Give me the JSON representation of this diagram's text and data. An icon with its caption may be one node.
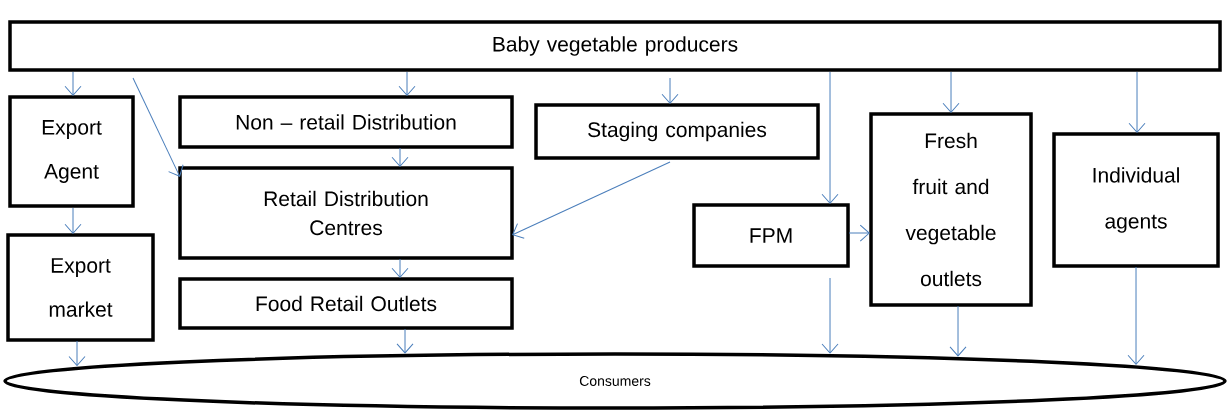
{
  "diagram": {
    "nodes": [
      {
        "text": [
          "Baby vegetable producers"
        ]
      },
      {
        "text": [
          "Export Agent"
        ]
      },
      {
        "text": [
          "Non – retail Distribution"
        ]
      },
      {
        "text": [
          "Staging companies"
        ]
      },
      {
        "text": [
          "Fresh fruit and vegetable outlets"
        ]
      },
      {
        "text": [
          "Individual agents"
        ]
      },
      {
        "text": [
          "Retail Distribution Centres"
        ]
      },
      {
        "text": [
          "FPM"
        ]
      },
      {
        "text": [
          "Export market"
        ]
      },
      {
        "text": [
          "Food Retail Outlets"
        ]
      },
      {
        "text": [
          "Consumers"
        ]
      }
    ],
    "edges": [
      {
        "from": 0,
        "to": 1,
        "arrow": "to"
      },
      {
        "from": 0,
        "to": 6,
        "arrow": "to"
      },
      {
        "from": 0,
        "to": 2,
        "arrow": "to"
      },
      {
        "from": 0,
        "to": 3,
        "arrow": "to"
      },
      {
        "from": 0,
        "to": 7,
        "arrow": "to"
      },
      {
        "from": 0,
        "to": 4,
        "arrow": "to"
      },
      {
        "from": 0,
        "to": 5,
        "arrow": "to"
      },
      {
        "from": 1,
        "to": 8,
        "arrow": "to"
      },
      {
        "from": 2,
        "to": 6,
        "arrow": "to"
      },
      {
        "from": 3,
        "to": 6,
        "arrow": "to"
      },
      {
        "from": 7,
        "to": 4,
        "arrow": "to"
      },
      {
        "from": 6,
        "to": 9,
        "arrow": "to"
      },
      {
        "from": 8,
        "to": 10,
        "arrow": "to"
      },
      {
        "from": 9,
        "to": 10,
        "arrow": "to"
      },
      {
        "from": 7,
        "to": 10,
        "arrow": "to"
      },
      {
        "from": 4,
        "to": 10,
        "arrow": "to"
      },
      {
        "from": 5,
        "to": 10,
        "arrow": "to"
      }
    ]
  }
}
